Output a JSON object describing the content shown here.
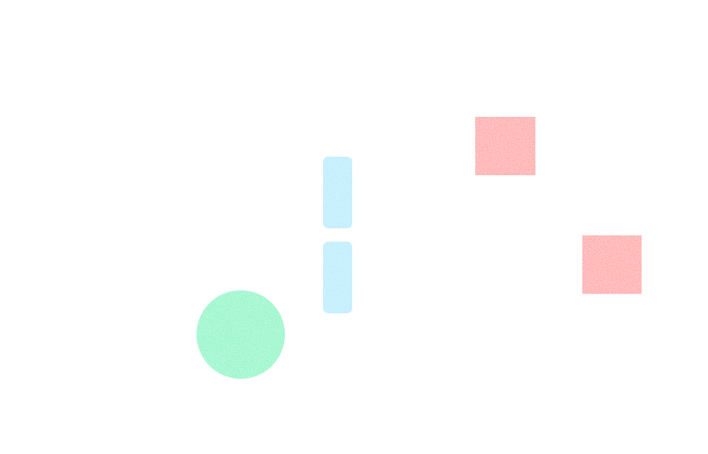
{
  "scene": {
    "background": "#ffffff",
    "texture": "chalky-grain",
    "objects": [
      {
        "id": "ball",
        "kind": "circle",
        "color": "#6ff2b6"
      },
      {
        "id": "paddle-upper",
        "kind": "pill",
        "color": "#a3e6fb"
      },
      {
        "id": "paddle-lower",
        "kind": "pill",
        "color": "#a3e6fb"
      },
      {
        "id": "block-top",
        "kind": "square",
        "color": "#ff8d8d"
      },
      {
        "id": "block-right",
        "kind": "square",
        "color": "#ff8d8d"
      }
    ]
  }
}
